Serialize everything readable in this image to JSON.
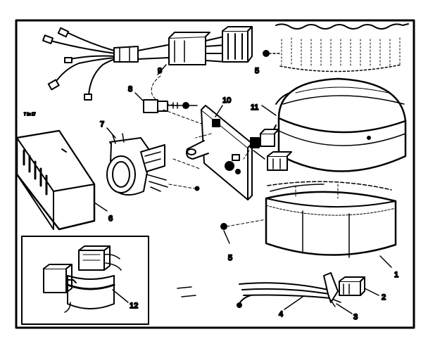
{
  "diagram": {
    "callouts": {
      "c1": "1",
      "c2": "2",
      "c3": "3",
      "c4": "4",
      "c5a": "5",
      "c5b": "5",
      "c6": "6",
      "c7": "7",
      "c8": "8",
      "c9": "9",
      "c10": "10",
      "c11": "11",
      "c12": "12"
    },
    "corner_code": "7 1s 17"
  }
}
